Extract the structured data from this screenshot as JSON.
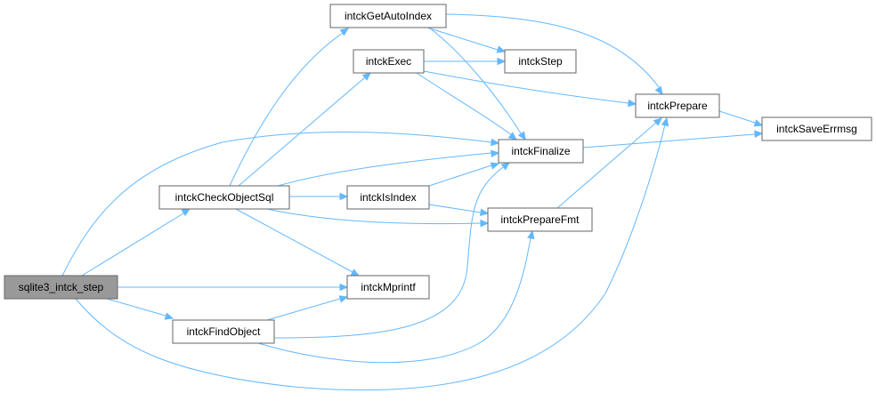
{
  "diagram": {
    "nodes": {
      "sqlite3_intck_step": "sqlite3_intck_step",
      "intckCheckObjectSql": "intckCheckObjectSql",
      "intckFindObject": "intckFindObject",
      "intckGetAutoIndex": "intckGetAutoIndex",
      "intckExec": "intckExec",
      "intckIsIndex": "intckIsIndex",
      "intckMprintf": "intckMprintf",
      "intckStep": "intckStep",
      "intckFinalize": "intckFinalize",
      "intckPrepareFmt": "intckPrepareFmt",
      "intckPrepare": "intckPrepare",
      "intckSaveErrmsg": "intckSaveErrmsg"
    },
    "edges": [
      [
        "sqlite3_intck_step",
        "intckCheckObjectSql"
      ],
      [
        "sqlite3_intck_step",
        "intckFindObject"
      ],
      [
        "sqlite3_intck_step",
        "intckMprintf"
      ],
      [
        "sqlite3_intck_step",
        "intckFinalize"
      ],
      [
        "sqlite3_intck_step",
        "intckPrepare"
      ],
      [
        "intckCheckObjectSql",
        "intckGetAutoIndex"
      ],
      [
        "intckCheckObjectSql",
        "intckExec"
      ],
      [
        "intckCheckObjectSql",
        "intckFinalize"
      ],
      [
        "intckCheckObjectSql",
        "intckIsIndex"
      ],
      [
        "intckCheckObjectSql",
        "intckPrepareFmt"
      ],
      [
        "intckCheckObjectSql",
        "intckMprintf"
      ],
      [
        "intckFindObject",
        "intckMprintf"
      ],
      [
        "intckFindObject",
        "intckFinalize"
      ],
      [
        "intckFindObject",
        "intckPrepareFmt"
      ],
      [
        "intckGetAutoIndex",
        "intckStep"
      ],
      [
        "intckGetAutoIndex",
        "intckFinalize"
      ],
      [
        "intckGetAutoIndex",
        "intckPrepare"
      ],
      [
        "intckExec",
        "intckStep"
      ],
      [
        "intckExec",
        "intckFinalize"
      ],
      [
        "intckExec",
        "intckPrepare"
      ],
      [
        "intckIsIndex",
        "intckFinalize"
      ],
      [
        "intckIsIndex",
        "intckPrepareFmt"
      ],
      [
        "intckFinalize",
        "intckSaveErrmsg"
      ],
      [
        "intckPrepareFmt",
        "intckPrepare"
      ],
      [
        "intckPrepare",
        "intckSaveErrmsg"
      ]
    ]
  },
  "colors": {
    "edge": "#63b8ff",
    "root_fill": "#999999",
    "node_border": "#666666",
    "node_fill": "#ffffff"
  }
}
